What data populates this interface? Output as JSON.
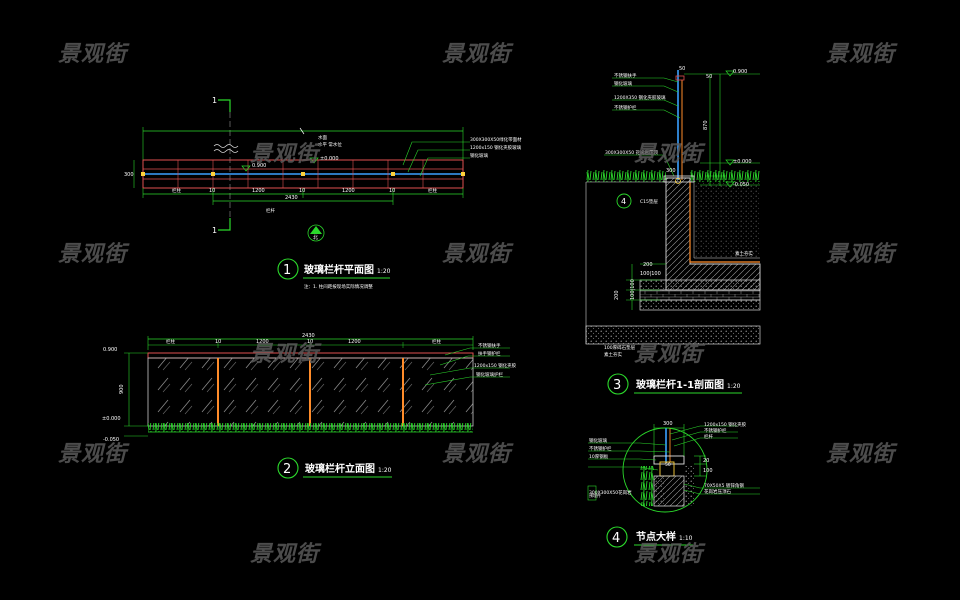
{
  "watermark": "景观街",
  "drawing1": {
    "marker": "1",
    "title": "玻璃栏杆平面图",
    "scale": "1:20",
    "note": "注：1. 柱间距按现场实际情况调整",
    "section_mark": "1",
    "dims": [
      "10",
      "1200",
      "10",
      "1200",
      "10"
    ],
    "dim_total": "2430",
    "edge_label_left": "栏柱",
    "edge_label_right": "栏柱",
    "center_label": "栏杆",
    "level_a": "0.900",
    "level_b": "±0.000",
    "water_label": "水面",
    "water_note": "水平 常水位",
    "callouts": [
      "300X300X50绿化带面材",
      "1200x150 钢化夹胶玻璃",
      "钢化玻璃"
    ],
    "north_mark": "北"
  },
  "drawing2": {
    "marker": "2",
    "title": "玻璃栏杆立面图",
    "scale": "1:20",
    "dim_total": "2430",
    "dims": [
      "10",
      "1200",
      "10",
      "1200"
    ],
    "edge_labels": [
      "栏柱",
      "栏柱"
    ],
    "levels": [
      "0.900",
      "±0.000",
      "-0.050"
    ],
    "height": "900",
    "callouts": [
      "不锈钢扶手",
      "扶手钢护栏",
      "1200x150 钢化夹胶",
      "钢化玻璃护栏"
    ]
  },
  "drawing3": {
    "marker": "3",
    "title": "玻璃栏杆1-1剖面图",
    "scale": "1:20",
    "levels": [
      "0.900",
      "±0.000",
      "-0.050"
    ],
    "dims": [
      "50",
      "870",
      "300",
      "200",
      "100|100",
      "200",
      "100|100"
    ],
    "callouts": [
      "不锈钢扶手",
      "钢化玻璃",
      "1200X350 钢化夹胶玻璃",
      "不锈钢护栏",
      "300X300X50 花岗岩压顶",
      "C15垫层",
      "素土夯实",
      "100厚碎石垫层",
      "素土夯实"
    ],
    "detail_ref": "4"
  },
  "drawing4": {
    "marker": "4",
    "title": "节点大样",
    "scale": "1:10",
    "dims": [
      "300",
      "50",
      "20",
      "100"
    ],
    "callouts": [
      "钢化玻璃",
      "不锈钢护栏",
      "10厚钢板",
      "300X300X50花岗岩",
      "1200x150 钢化夹胶",
      "不锈钢护栏",
      "栏杆",
      "70X50X5 镀锌角钢",
      "花岗岩压顶石"
    ],
    "side_label": "预埋件"
  }
}
